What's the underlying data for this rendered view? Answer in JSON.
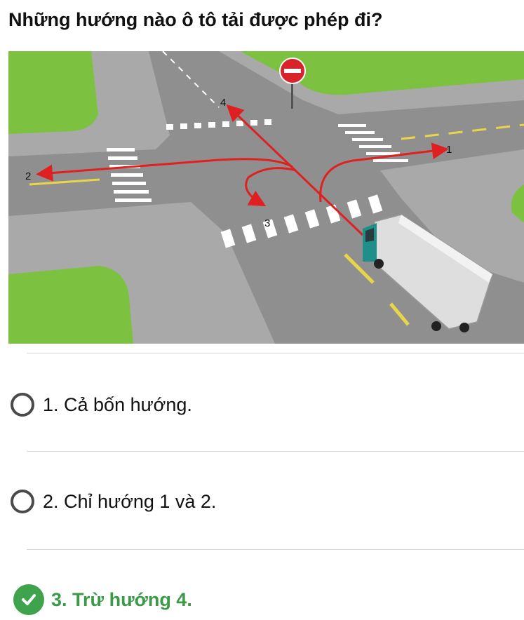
{
  "question": "Những hướng nào ô tô tải được phép đi?",
  "scene": {
    "direction_labels": [
      "1",
      "2",
      "3",
      "4"
    ],
    "sign": "no-entry-sign",
    "vehicle": "truck"
  },
  "options": [
    {
      "label": "1. Cả bốn hướng.",
      "state": "unselected"
    },
    {
      "label": "2. Chỉ hướng 1 và 2.",
      "state": "unselected"
    },
    {
      "label": "3. Trừ hướng 4.",
      "state": "correct"
    }
  ],
  "colors": {
    "correct": "#3fa34d",
    "radio_border": "#4a4a4a",
    "arrow": "#e02020",
    "grass": "#7cc240",
    "road": "#8f8f8f"
  }
}
